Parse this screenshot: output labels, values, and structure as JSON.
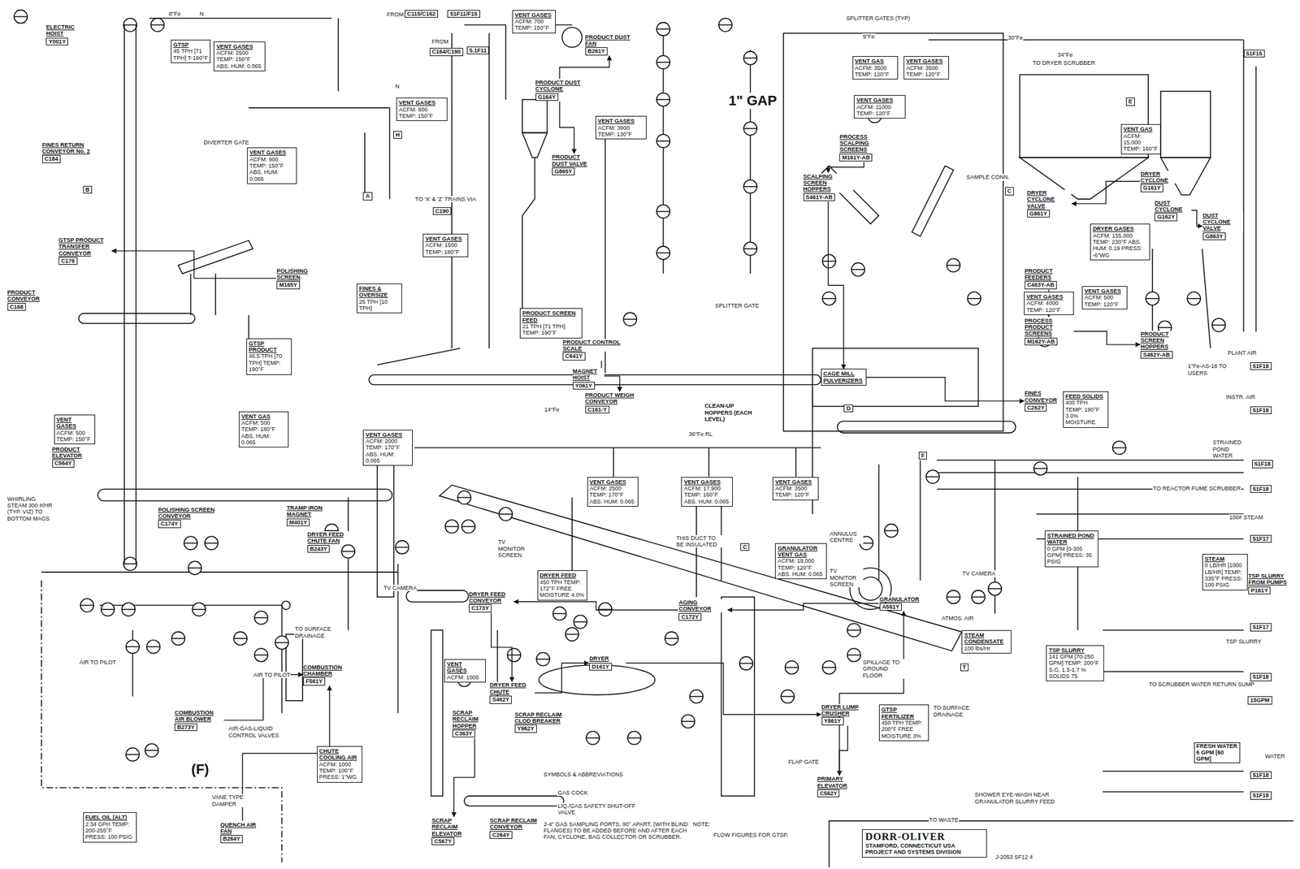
{
  "diagram": {
    "nodes": [
      {
        "text": [
          "ELECTRIC HOIST",
          "Y001Y"
        ]
      },
      {
        "text": [
          "GTSP",
          "45 TPH [71 TPH] T-190°F"
        ]
      },
      {
        "text": [
          "VENT GASES",
          "ACFM: 2500 TEMP: 150°F ABS. HUM: 0.065"
        ]
      },
      {
        "text": [
          "VENT GASES",
          "ACFM: 800 TEMP: 150°F"
        ]
      },
      {
        "text": [
          "VENT GASES",
          "ACFM: 900 TEMP: 150°F ABS. HUM: 0.065"
        ]
      },
      {
        "text": [
          "VENT GASES",
          "ACFM: 700 TEMP: 150°F"
        ]
      },
      {
        "text": [
          "PRODUCT DUST FAN",
          "B261Y"
        ]
      },
      {
        "text": [
          "PRODUCT DUST CYCLONE",
          "G164Y"
        ]
      },
      {
        "text": [
          "PRODUCT DUST VALVE",
          "G865Y"
        ]
      },
      {
        "text": [
          "VENT GASES",
          "ACFM: 3900 TEMP: 130°F"
        ]
      },
      {
        "text": [
          "VENT GASES",
          "ACFM: 1500 TEMP: 180°F"
        ]
      },
      {
        "text": [
          "FINES RETURN CONVEYOR No. 2",
          "C184"
        ]
      },
      {
        "text": [
          "GTSP PRODUCT TRANSFER CONVEYOR",
          "C176"
        ]
      },
      {
        "text": [
          "PRODUCT CONVEYOR",
          "C168"
        ]
      },
      {
        "text": [
          "POLISHING SCREEN",
          "M165Y"
        ]
      },
      {
        "text": [
          "FINES & OVERSIZE",
          "25 TPH [10 TPH]"
        ]
      },
      {
        "text": [
          "GTSP PRODUCT",
          "46.5 TPH [70 TPH] TEMP: 190°F"
        ]
      },
      {
        "text": [
          "PRODUCT SCREEN FEED",
          "21 TPH [71 TPH] TEMP: 190°F"
        ]
      },
      {
        "text": [
          "PRODUCT CONTROL SCALE",
          "C641Y"
        ]
      },
      {
        "text": [
          "PRODUCT WEIGH CONVEYOR",
          "C161-Y"
        ]
      },
      {
        "text": [
          "MAGNET HOIST",
          "Y061Y"
        ]
      },
      {
        "text": [
          "CLEAN-UP HOPPERS (EACH LEVEL)"
        ]
      },
      {
        "text": [
          "VENT GASES",
          "ACFM: 500 TEMP: 150°F"
        ]
      },
      {
        "text": [
          "PRODUCT ELEVATOR",
          "C564Y"
        ]
      },
      {
        "text": [
          "VENT GAS",
          "ACFM: 500 TEMP: 180°F ABS. HUM: 0.065"
        ]
      },
      {
        "text": [
          "VENT GASES",
          "ACFM: 2000 TEMP: 170°F ABS. HUM: 0.065"
        ]
      },
      {
        "text": [
          "POLISHING SCREEN CONVEYOR",
          "C174Y"
        ]
      },
      {
        "text": [
          "TRAMP IRON MAGNET",
          "M401Y"
        ]
      },
      {
        "text": [
          "DRYER FEED CHUTE FAN",
          "B243Y"
        ]
      },
      {
        "text": [
          "VENT GASES",
          "ACFM: 2500 TEMP: 170°F ABS. HUM: 0.065"
        ]
      },
      {
        "text": [
          "VENT GASES",
          "ACFM: 17,900 TEMP: 160°F ABS. HUM: 0.065"
        ]
      },
      {
        "text": [
          "VENT GASES",
          "ACFM: 3500 TEMP: 120°F"
        ]
      },
      {
        "text": [
          "GRANULATOR VENT GAS",
          "ACFM: 19,000 TEMP: 120°F ABS. HUM: 0.065"
        ]
      },
      {
        "text": [
          "DRYER FEED",
          "450 TPH TEMP: 172°F FREE MOISTURE 4.0%"
        ]
      },
      {
        "text": [
          "DRYER FEED CONVEYOR",
          "C173Y"
        ]
      },
      {
        "text": [
          "AGING CONVEYOR",
          "C172Y"
        ]
      },
      {
        "text": [
          "COMBUSTION CHAMBER",
          "F561Y"
        ]
      },
      {
        "text": [
          "COMBUSTION AIR BLOWER",
          "B273Y"
        ]
      },
      {
        "text": [
          "VENT GASES",
          "ACFM: 1000"
        ]
      },
      {
        "text": [
          "DRYER FEED CHUTE",
          "S462Y"
        ]
      },
      {
        "text": [
          "DRYER",
          "D161Y"
        ]
      },
      {
        "text": [
          "SCRAP RECLAIM HOPPER",
          "C363Y"
        ]
      },
      {
        "text": [
          "SCRAP RECLAIM CLOD BREAKER",
          "Y962Y"
        ]
      },
      {
        "text": [
          "CHUTE COOLING AIR",
          "ACFM: 1000 TEMP: 100°F PRESS: 1\"WG"
        ]
      },
      {
        "text": [
          "FUEL OIL (ALT)",
          "2.34 GPH TEMP: 200-255°F PRESS: 100 PSIG"
        ]
      },
      {
        "text": [
          "QUENCH AIR FAN",
          "B264Y"
        ]
      },
      {
        "text": [
          "SCRAP RECLAIM ELEVATOR",
          "C567Y"
        ]
      },
      {
        "text": [
          "SCRAP RECLAIM CONVEYOR",
          "C264Y"
        ]
      },
      {
        "text": [
          "DRYER LUMP CRUSHER",
          "Y861Y"
        ]
      },
      {
        "text": [
          "PRIMARY ELEVATOR",
          "C562Y"
        ]
      },
      {
        "text": [
          "GTSP FERTILIZER",
          "450 TPH TEMP: 200°F FREE MOISTURE 3%"
        ]
      },
      {
        "text": [
          "STEAM CONDENSATE",
          "100 lbs/Hr"
        ]
      },
      {
        "text": [
          "GRANULATOR",
          "A561Y"
        ]
      },
      {
        "text": [
          "VENT GAS",
          "ACFM: 3500 TEMP: 120°F"
        ]
      },
      {
        "text": [
          "VENT GASES",
          "ACFM: 3500 TEMP: 120°F"
        ]
      },
      {
        "text": [
          "VENT GASES",
          "ACFM: 11000 TEMP: 120°F"
        ]
      },
      {
        "text": [
          "PROCESS SCALPING SCREENS",
          "M161Y-AB"
        ]
      },
      {
        "text": [
          "SCALPING SCREEN HOPPERS",
          "S461Y-AB"
        ]
      },
      {
        "text": [
          "DRYER CYCLONE VALVE",
          "G861Y"
        ]
      },
      {
        "text": [
          "DRYER CYCLONE",
          "G161Y"
        ]
      },
      {
        "text": [
          "VENT GAS",
          "ACFM: 15,000 TEMP: 160°F"
        ]
      },
      {
        "text": [
          "DRYER GASES",
          "ACFM: 155,000 TEMP: 230°F ABS. HUM: 0.19 PRESS: -6\"WG"
        ]
      },
      {
        "text": [
          "DUST CYCLONE",
          "G162Y"
        ]
      },
      {
        "text": [
          "DUST CYCLONE VALVE",
          "G863Y"
        ]
      },
      {
        "text": [
          "PRODUCT FEEDERS",
          "C463Y-AB"
        ]
      },
      {
        "text": [
          "VENT GASES",
          "ACFM: 4000 TEMP: 120°F"
        ]
      },
      {
        "text": [
          "PROCESS PRODUCT SCREENS",
          "M162Y-AB"
        ]
      },
      {
        "text": [
          "VENT GASES",
          "ACFM: 500 TEMP: 120°F"
        ]
      },
      {
        "text": [
          "PRODUCT SCREEN HOPPERS",
          "S462Y-AB"
        ]
      },
      {
        "text": [
          "CAGE MILL PULVERIZERS"
        ]
      },
      {
        "text": [
          "FINES CONVEYOR",
          "C262Y"
        ]
      },
      {
        "text": [
          "FEED SOLIDS",
          "400 TPH TEMP: 190°F 3.0% MOISTURE"
        ]
      },
      {
        "text": [
          "STRAINED POND WATER",
          "0 GPM [0-305 GPM] PRESS: 35 PSIG"
        ]
      },
      {
        "text": [
          "STEAM",
          "0 LB/HR [1000 LB/HR] TEMP: 335°F PRESS: 100 PSIG"
        ]
      },
      {
        "text": [
          "TSP SLURRY FROM PUMPS",
          "P161Y"
        ]
      },
      {
        "text": [
          "TSP SLURRY",
          "141 GPM [70-250 GPM] TEMP: 200°F S.G. 1.5-1.7 % SOLIDS 75"
        ]
      },
      {
        "text": [
          "DORR-OLIVER",
          "STAMFORD, CONNECTICUT USA",
          "PROJECT AND SYSTEMS DIVISION"
        ]
      }
    ],
    "edges": [
      {
        "from": 7,
        "to": 8,
        "arrow": "to"
      },
      {
        "from": 7,
        "to": 6,
        "arrow": "to"
      },
      {
        "from": 59,
        "to": 58,
        "arrow": "to"
      },
      {
        "from": 62,
        "to": 63,
        "arrow": "to"
      },
      {
        "from": 56,
        "to": 57,
        "arrow": "to"
      },
      {
        "from": 64,
        "to": 66,
        "arrow": "to"
      },
      {
        "from": 66,
        "to": 68,
        "arrow": "to"
      },
      {
        "from": 57,
        "to": 69,
        "arrow": "to"
      },
      {
        "from": 69,
        "to": 70,
        "arrow": "to"
      },
      {
        "from": 18,
        "to": 19,
        "arrow": "to"
      },
      {
        "from": 52,
        "to": 35,
        "arrow": "to"
      },
      {
        "from": 35,
        "to": 34,
        "arrow": "to"
      },
      {
        "from": 34,
        "to": 39,
        "arrow": "to"
      },
      {
        "from": 39,
        "to": 40,
        "arrow": "to"
      },
      {
        "from": 40,
        "to": 48,
        "arrow": "to"
      },
      {
        "from": 48,
        "to": 49,
        "arrow": "to"
      },
      {
        "from": 41,
        "to": 46,
        "arrow": "to"
      },
      {
        "from": 37,
        "to": 36,
        "arrow": "to"
      },
      {
        "from": 45,
        "to": 36,
        "arrow": "to"
      },
      {
        "from": 14,
        "to": 12,
        "arrow": "to"
      },
      {
        "from": 49,
        "to": 52,
        "arrow": "to"
      }
    ],
    "labels": [
      "8\"Fe",
      "N",
      "FROM",
      "C115/C162",
      "51F11/F15",
      "FROM",
      "C164/C190",
      "5.1F11",
      "TO 'X' & 'Z' TRAINS VIA",
      "C190",
      "DIVERTER GATE",
      "1\" GAP",
      "SPLITTER GATES (TYP)",
      "SPLITTER GATE",
      "9\"Fe",
      "30\"Fe",
      "34\"Fe",
      "TO DRYER SCRUBBER",
      "51F15",
      "SAMPLE CONN.",
      "PLANT AIR",
      "1\"Fe-AS-18 TO USERS",
      "51F18",
      "INSTR. AIR",
      "51F18",
      "STRAINED POND WATER",
      "51F18",
      "TO REACTOR FUME SCRUBBER",
      "51F18",
      "100# STEAM",
      "51F17",
      "TSP SLURRY",
      "51F17",
      "TO SCRUBBER WATER RETURN SUMP",
      "51F18",
      "15GPM",
      "FRESH WATER 6 GPM [60 GPM]",
      "WATER",
      "51F18",
      "51F18",
      "TO WASTE",
      "SHOWER EYE-WASH NEAR GRANULATOR SLURRY FEED",
      "SPILLAGE TO GROUND FLOOR",
      "TO SURFACE DRAINAGE",
      "TO SURFACE DRAINAGE",
      "THIS DUCT TO BE INSULATED",
      "FLAP GATE",
      "SYMBOLS & ABBREVIATIONS",
      "GAS COCK",
      "LIQ./GAS SAFETY SHUT-OFF VALVE",
      "2-4\" GAS SAMPLING PORTS, 90° APART, (WITH BLIND FLANGES) TO BE ADDED BEFORE AND AFTER EACH FAN, CYCLONE, BAG COLLECTOR OR SCRUBBER.",
      "NOTE:",
      "FLOW FIGURES FOR GTSP.",
      "WHIRLING STEAM 300 #/HR (TYP. VIZ) TO BOTTOM MAGS",
      "TV CAMERA",
      "TV MONITOR SCREEN",
      "TV MONITOR SCREEN",
      "TV CAMERA",
      "ATMOS. AIR",
      "AIR TO PILOT",
      "AIR TO PILOT",
      "AIR-GAS-LIQUID CONTROL VALVES",
      "VANE TYPE DAMPER",
      "(F)",
      "ANNULUS CENTRE",
      "J-2053  SF12  4",
      "A",
      "H",
      "B",
      "E",
      "C",
      "D",
      "F",
      "T",
      "C",
      "N",
      "14\"Fe",
      "36\"Fe RL"
    ]
  }
}
